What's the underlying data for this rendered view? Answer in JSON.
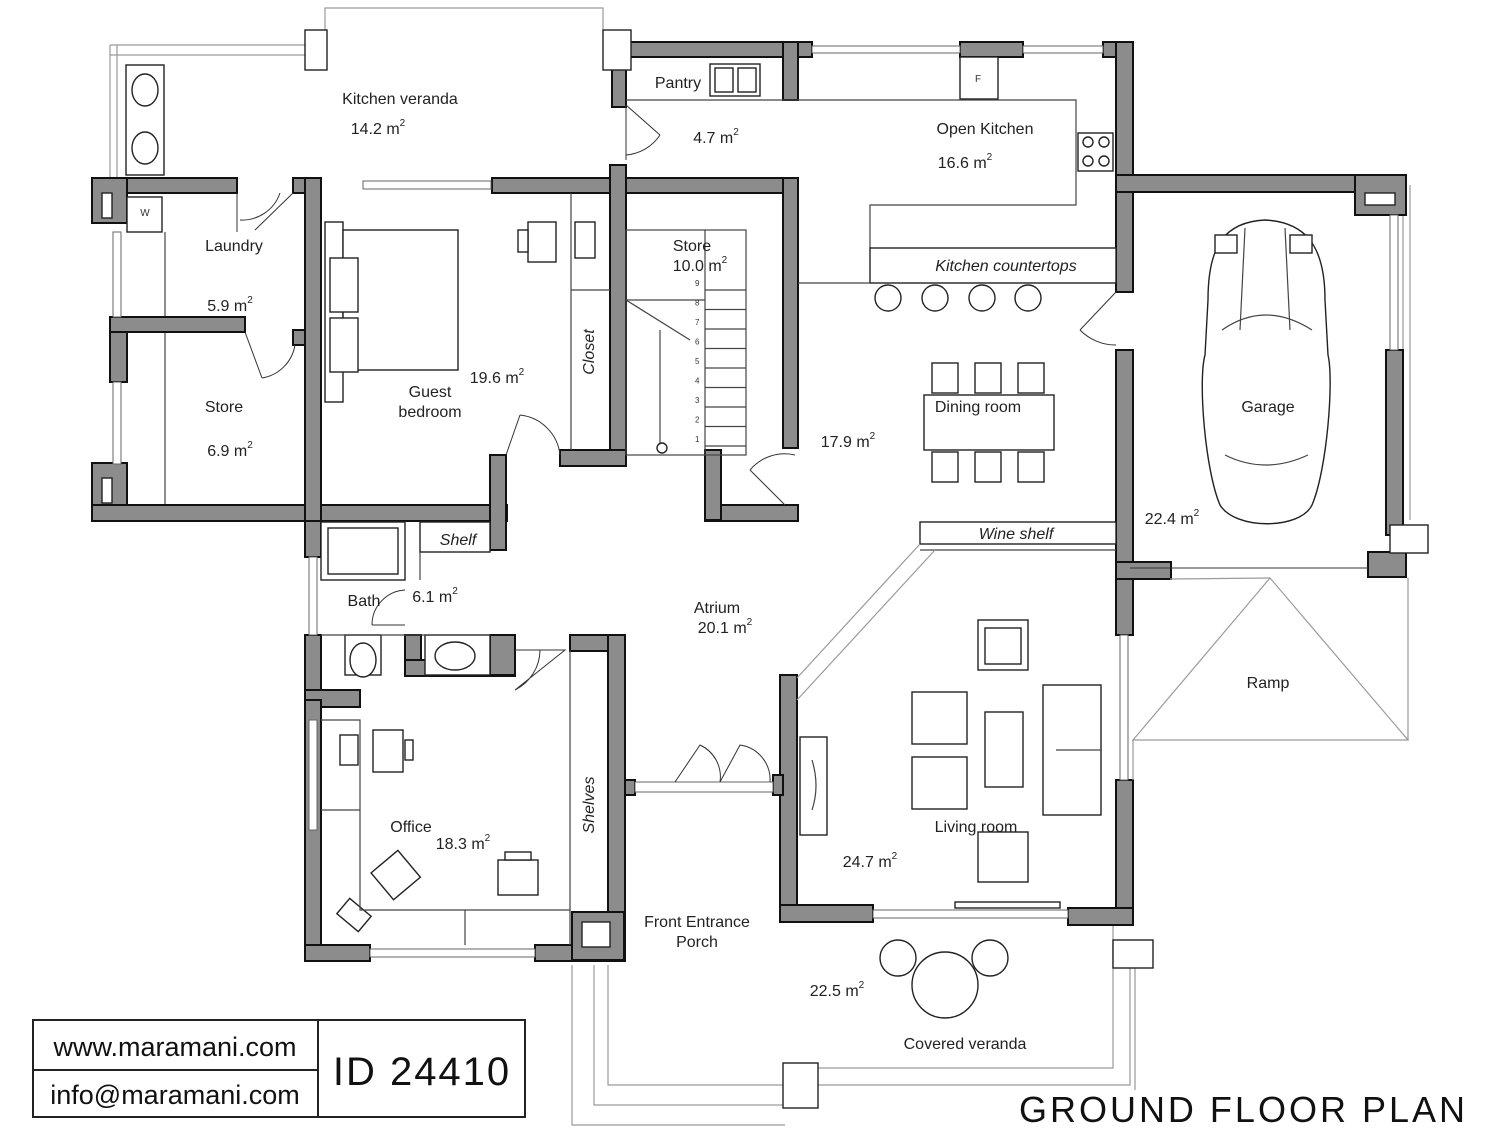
{
  "plan_title": "GROUND FLOOR PLAN",
  "branding": {
    "website": "www.maramani.com",
    "email": "info@maramani.com",
    "plan_id": "ID 24410"
  },
  "rooms": {
    "kitchen_veranda": {
      "name": "Kitchen veranda",
      "area": "14.2 m",
      "sup": "2"
    },
    "pantry": {
      "name": "Pantry",
      "area": "4.7 m",
      "sup": "2"
    },
    "open_kitchen": {
      "name": "Open Kitchen",
      "area": "16.6 m",
      "sup": "2"
    },
    "laundry": {
      "name": "Laundry",
      "area": "5.9 m",
      "sup": "2"
    },
    "store_left": {
      "name": "Store",
      "area": "6.9 m",
      "sup": "2"
    },
    "guest_bedroom": {
      "name_line1": "Guest",
      "name_line2": "bedroom",
      "area": "19.6 m",
      "sup": "2"
    },
    "store_center": {
      "name": "Store",
      "area": "10.0 m",
      "sup": "2"
    },
    "dining": {
      "name": "Dining room",
      "area": "17.9 m",
      "sup": "2"
    },
    "garage": {
      "name": "Garage",
      "area": "22.4 m",
      "sup": "2"
    },
    "bath": {
      "name": "Bath",
      "area": "6.1 m",
      "sup": "2"
    },
    "atrium": {
      "name": "Atrium",
      "area": "20.1 m",
      "sup": "2"
    },
    "office": {
      "name": "Office",
      "area": "18.3 m",
      "sup": "2"
    },
    "living": {
      "name": "Living room",
      "area": "24.7 m",
      "sup": "2"
    },
    "porch": {
      "name_line1": "Front Entrance",
      "name_line2": "Porch"
    },
    "covered_veranda": {
      "name": "Covered veranda",
      "area": "22.5 m",
      "sup": "2"
    },
    "ramp": {
      "name": "Ramp"
    }
  },
  "labels": {
    "closet": "Closet",
    "shelf": "Shelf",
    "shelves": "Shelves",
    "kitchen_countertops": "Kitchen countertops",
    "wine_shelf": "Wine shelf",
    "fridge": "F",
    "washer": "W"
  },
  "stair_steps": [
    "1",
    "2",
    "3",
    "4",
    "5",
    "6",
    "7",
    "8",
    "9"
  ]
}
